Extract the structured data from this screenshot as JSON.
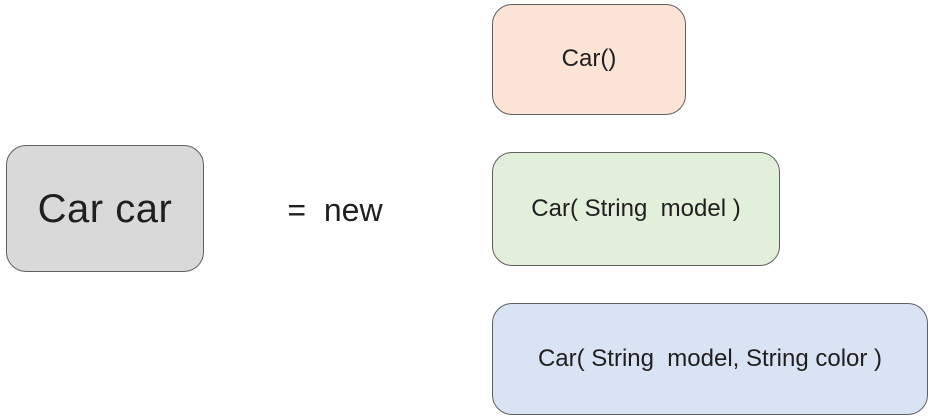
{
  "slide": {
    "background": "#ffffff",
    "text_color": "#1f1f1f"
  },
  "declaration": {
    "label": "Car car",
    "fill": "#d9d9d9",
    "border": "#595959"
  },
  "operator": {
    "label": "=  new"
  },
  "constructors": [
    {
      "label": "Car()",
      "fill": "#fbe3d5",
      "border": "#5f5f5f"
    },
    {
      "label": "Car( String  model )",
      "fill": "#e2efda",
      "border": "#5f5f5f"
    },
    {
      "label": "Car( String  model, String color )",
      "fill": "#dae3f3",
      "border": "#5f5f5f"
    }
  ]
}
